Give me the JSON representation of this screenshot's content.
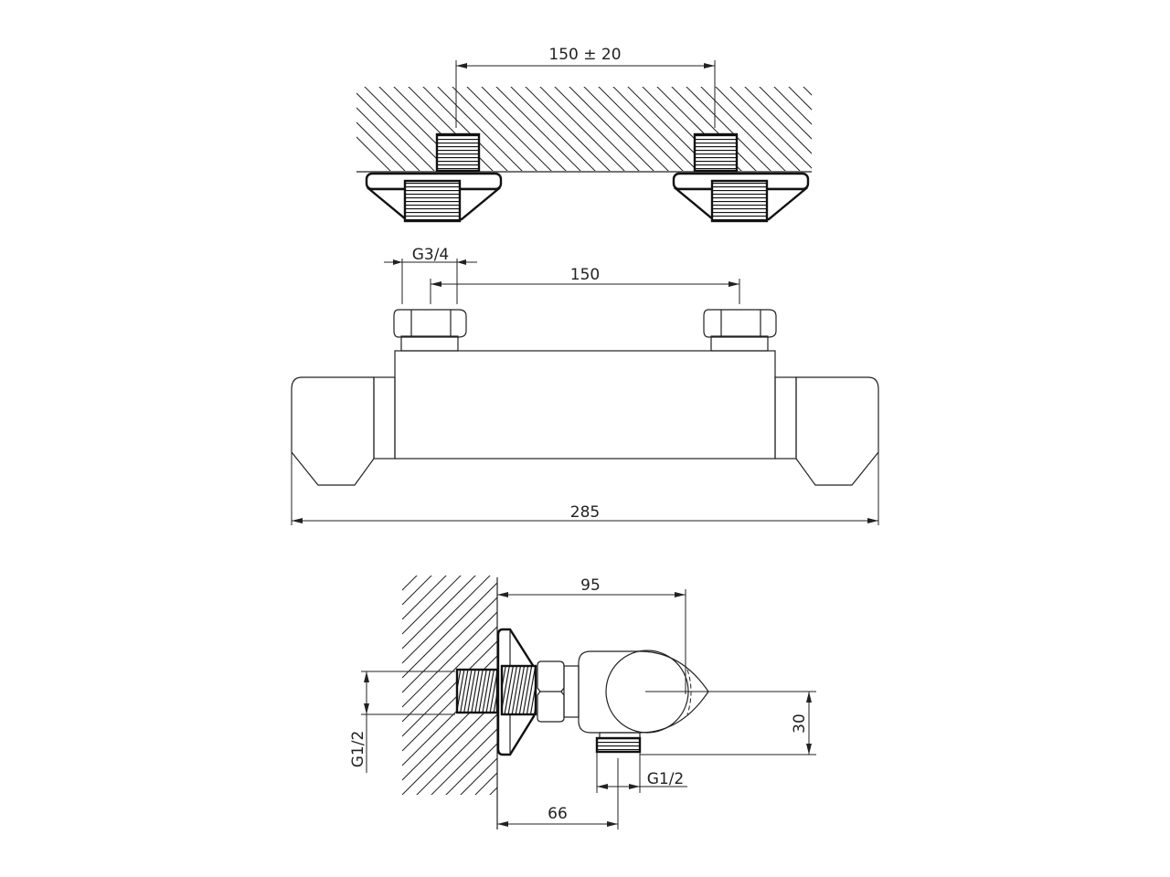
{
  "drawing": {
    "title": "Thermostatic shower mixer - dimensional drawing",
    "views": {
      "top": {
        "dimensions": {
          "eccentric_spacing": "150 ± 20"
        }
      },
      "front": {
        "dimensions": {
          "inlet_thread": "G3/4",
          "inlet_spacing": "150",
          "overall_width": "285"
        }
      },
      "side": {
        "dimensions": {
          "projection": "95",
          "wall_thread": "G1/2",
          "outlet_height": "30",
          "outlet_thread": "G1/2",
          "outlet_offset": "66"
        }
      }
    },
    "units": "mm",
    "line_color": "#222222",
    "background": "#ffffff"
  }
}
